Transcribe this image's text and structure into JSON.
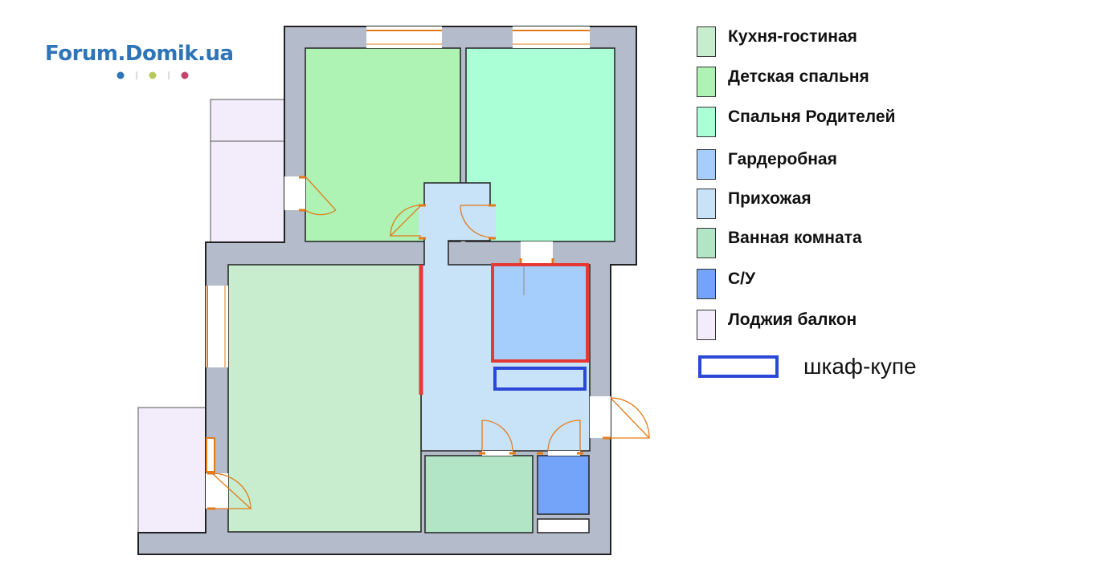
{
  "logo": {
    "text": "Forum.Domik.ua",
    "dot_colors": [
      "#2d74b8",
      "#b8c95a",
      "#c2456c"
    ]
  },
  "colors": {
    "wall": "#b4bccb",
    "wall_stroke": "#222222",
    "kitchen_living": "#c8edce",
    "kids_bedroom": "#aef2b4",
    "parents_bedroom": "#aaffd6",
    "wardrobe_room": "#a6cefc",
    "hallway": "#c8e2f7",
    "bathroom": "#b1e5c6",
    "toilet": "#73a4f9",
    "loggia": "#f2ecfb",
    "door_orange": "#e37a1a",
    "new_wall_red": "#e53935",
    "wardrobe_blue": "#2b48d6"
  },
  "legend": [
    {
      "label": "Кухня-гостиная",
      "color": "#c8edce"
    },
    {
      "label": "Детская спальня",
      "color": "#aef2b4"
    },
    {
      "label": "Спальня Родителей",
      "color": "#aaffd6"
    },
    {
      "label": "Гардеробная",
      "color": "#a6cefc"
    },
    {
      "label": "Прихожая",
      "color": "#c8e2f7"
    },
    {
      "label": "Ванная комната",
      "color": "#b1e5c6"
    },
    {
      "label": "С/У",
      "color": "#73a4f9"
    },
    {
      "label": "Лоджия балкон",
      "color": "#f2ecfb"
    }
  ],
  "wardrobe_legend": {
    "label": "шкаф-купе",
    "color": "#2b48d6"
  }
}
